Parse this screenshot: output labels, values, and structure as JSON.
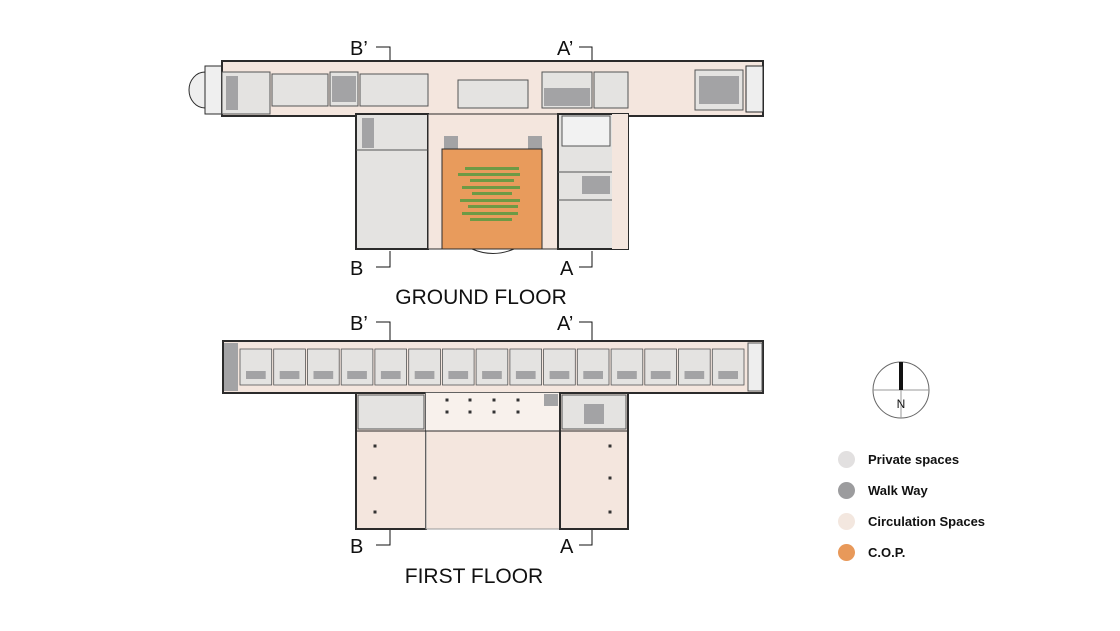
{
  "ground_floor": {
    "title": "GROUND FLOOR",
    "section_marks": {
      "b_top": "B’",
      "a_top": "A’",
      "b_bottom": "B",
      "a_bottom": "A"
    }
  },
  "first_floor": {
    "title": "FIRST FLOOR",
    "section_marks": {
      "b_top": "B’",
      "a_top": "A’",
      "b_bottom": "B",
      "a_bottom": "A"
    }
  },
  "north_arrow": {
    "label": "N"
  },
  "legend": {
    "items": [
      {
        "label": "Private spaces",
        "color": "#e2e0e0"
      },
      {
        "label": "Walk Way",
        "color": "#9c9c9e"
      },
      {
        "label": "Circulation Spaces",
        "color": "#f3e7df"
      },
      {
        "label": "C.O.P.",
        "color": "#e8995a"
      }
    ]
  },
  "colors": {
    "private": "#e4e3e1",
    "walkway": "#a3a3a5",
    "circulation": "#f4e6de",
    "cop": "#e89b5c",
    "green": "#6d9a45",
    "wall": "#2b2b2b"
  }
}
